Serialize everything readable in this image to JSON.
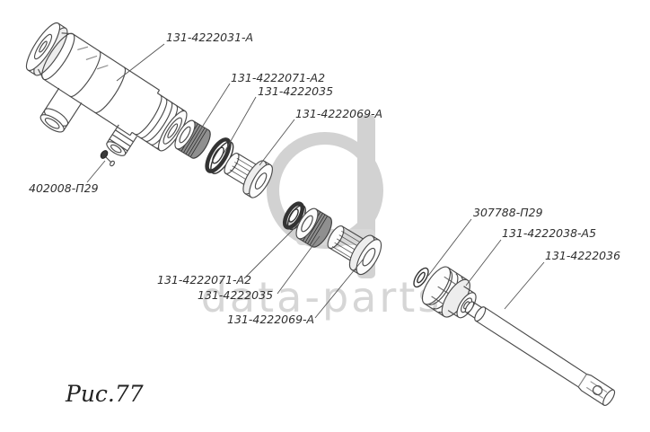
{
  "watermark": {
    "text": "data-parts"
  },
  "caption": "Рис.77",
  "part_labels": [
    {
      "text": "131-4222031-А"
    },
    {
      "text": "131-4222071-А2"
    },
    {
      "text": "131-4222035"
    },
    {
      "text": "131-4222069-А"
    },
    {
      "text": "402008-П29"
    },
    {
      "text": "131-4222071-А2"
    },
    {
      "text": "131-4222035"
    },
    {
      "text": "131-4222069-А"
    },
    {
      "text": "307788-П29"
    },
    {
      "text": "131-4222038-А5"
    },
    {
      "text": "131-4222036"
    }
  ]
}
